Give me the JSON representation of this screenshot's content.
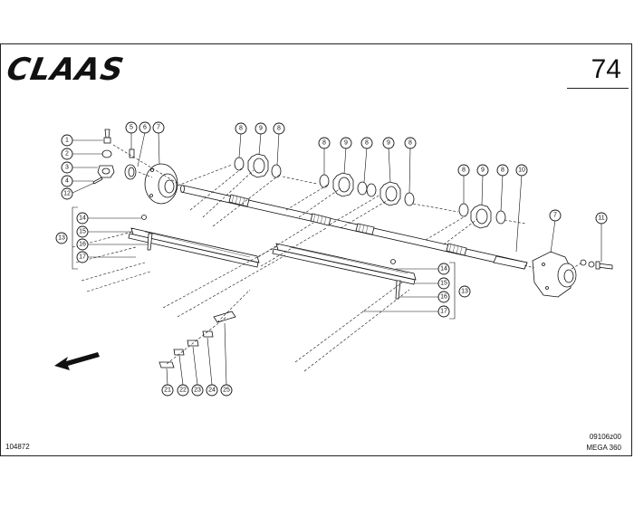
{
  "header": {
    "brand": "CLAAS",
    "page_number": "74"
  },
  "footer": {
    "drawing_number": "104872",
    "diagram_code": "09106z00",
    "model": "MEGA 360"
  },
  "callouts": [
    {
      "label": "1"
    },
    {
      "label": "2"
    },
    {
      "label": "3"
    },
    {
      "label": "4"
    },
    {
      "label": "12"
    },
    {
      "label": "5"
    },
    {
      "label": "6"
    },
    {
      "label": "7"
    },
    {
      "label": "8"
    },
    {
      "label": "9"
    },
    {
      "label": "8"
    },
    {
      "label": "8"
    },
    {
      "label": "9"
    },
    {
      "label": "8"
    },
    {
      "label": "9"
    },
    {
      "label": "8"
    },
    {
      "label": "8"
    },
    {
      "label": "9"
    },
    {
      "label": "8"
    },
    {
      "label": "10"
    },
    {
      "label": "7"
    },
    {
      "label": "11"
    },
    {
      "label": "14"
    },
    {
      "label": "15"
    },
    {
      "label": "16"
    },
    {
      "label": "17"
    },
    {
      "label": "13"
    },
    {
      "label": "14"
    },
    {
      "label": "15"
    },
    {
      "label": "16"
    },
    {
      "label": "17"
    },
    {
      "label": "13"
    },
    {
      "label": "21"
    },
    {
      "label": "22"
    },
    {
      "label": "23"
    },
    {
      "label": "24"
    },
    {
      "label": "25"
    }
  ]
}
